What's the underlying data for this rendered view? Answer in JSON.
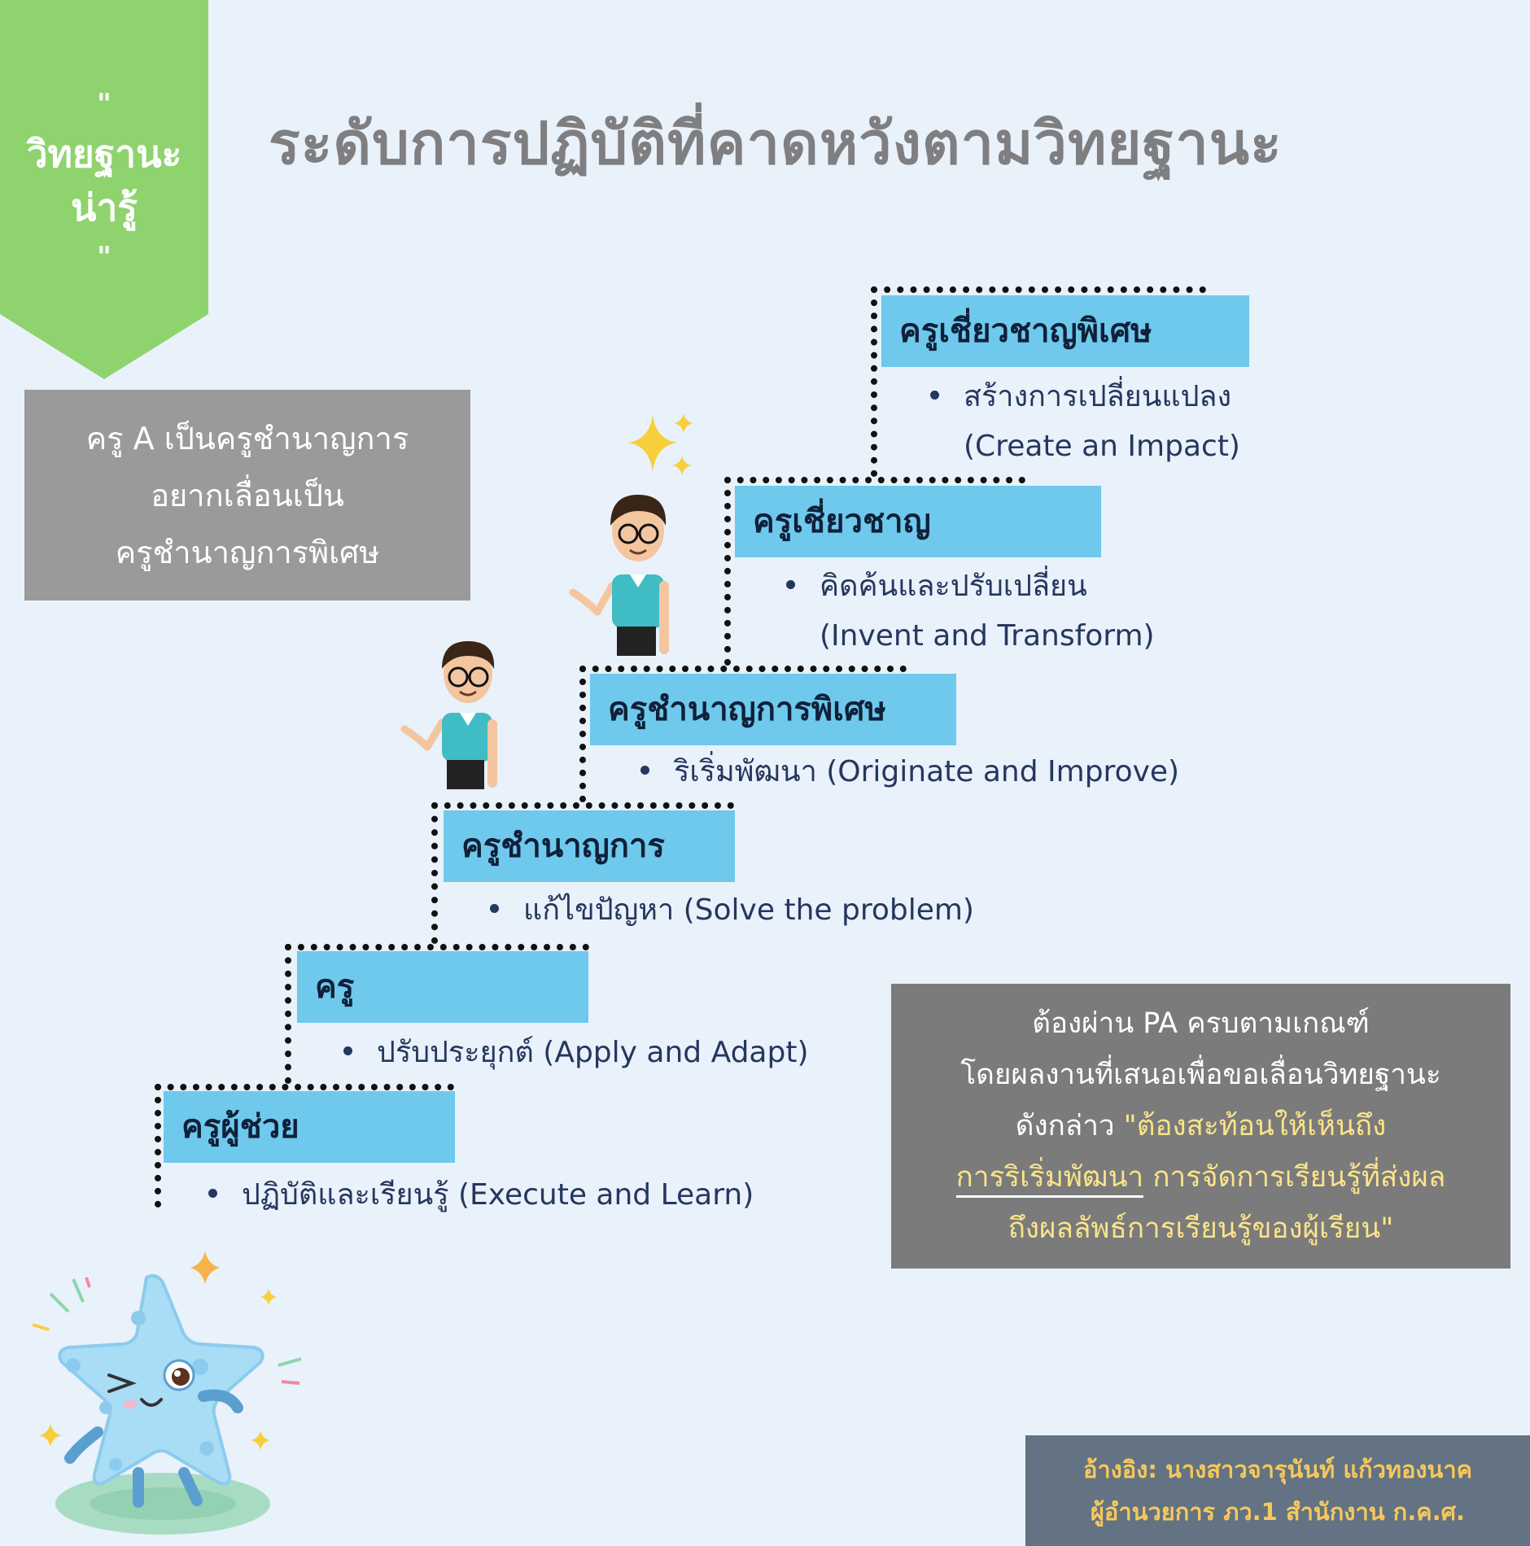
{
  "banner": {
    "open_quote": "\"",
    "line1": "วิทยฐานะ",
    "line2": "น่ารู้",
    "close_quote": "\"",
    "color": "#8fd36e"
  },
  "title": "ระดับการปฏิบัติที่คาดหวังตามวิทยฐานะ",
  "case_box": {
    "line1": "ครู A เป็นครูชำนาญการ",
    "line2": "อยากเลื่อนเป็น",
    "line3": "ครูชำนาญการพิเศษ"
  },
  "levels": [
    {
      "label": "ครูผู้ช่วย",
      "desc_line1": "ปฏิบัติและเรียนรู้ (Execute and Learn)"
    },
    {
      "label": "ครู",
      "desc_line1": "ปรับประยุกต์ (Apply and Adapt)"
    },
    {
      "label": "ครูชำนาญการ",
      "desc_line1": "แก้ไขปัญหา (Solve the problem)"
    },
    {
      "label": "ครูชำนาญการพิเศษ",
      "desc_line1": "ริเริ่มพัฒนา (Originate and Improve)"
    },
    {
      "label": "ครูเชี่ยวชาญ",
      "desc_line1": "คิดค้นและปรับเปลี่ยน",
      "desc_line2": "(Invent and Transform)"
    },
    {
      "label": "ครูเชี่ยวชาญพิเศษ",
      "desc_line1": "สร้างการเปลี่ยนแปลง",
      "desc_line2": "(Create an Impact)"
    }
  ],
  "note_box": {
    "line1": "ต้องผ่าน PA ครบตามเกณฑ์",
    "line2": "โดยผลงานที่เสนอเพื่อขอเลื่อนวิทยฐานะ",
    "line3_plain": "ดังกล่าว ",
    "line3_highlight": "\"ต้องสะท้อนให้เห็นถึง",
    "line4_underline": "การริเริ่มพัฒนา",
    "line4_highlight": " การจัดการเรียนรู้ที่ส่งผล",
    "line5_highlight": "ถึงผลลัพธ์การเรียนรู้ของผู้เรียน\""
  },
  "reference": {
    "line1": "อ้างอิง: นางสาวจารุนันท์ แก้วทองนาค",
    "line2": "ผู้อำนวยการ ภว.1 สำนักงาน ก.ค.ศ."
  },
  "icons": {
    "teacher": "teacher-figure-icon",
    "sparkle": "sparkle-icon",
    "star_mascot": "star-mascot-icon"
  },
  "colors": {
    "background": "#e9f1fa",
    "label_fill": "#6ec9ec",
    "title_gray": "#7f7f81",
    "highlight_yellow": "#fbe488",
    "ref_text": "#f7c85a"
  }
}
